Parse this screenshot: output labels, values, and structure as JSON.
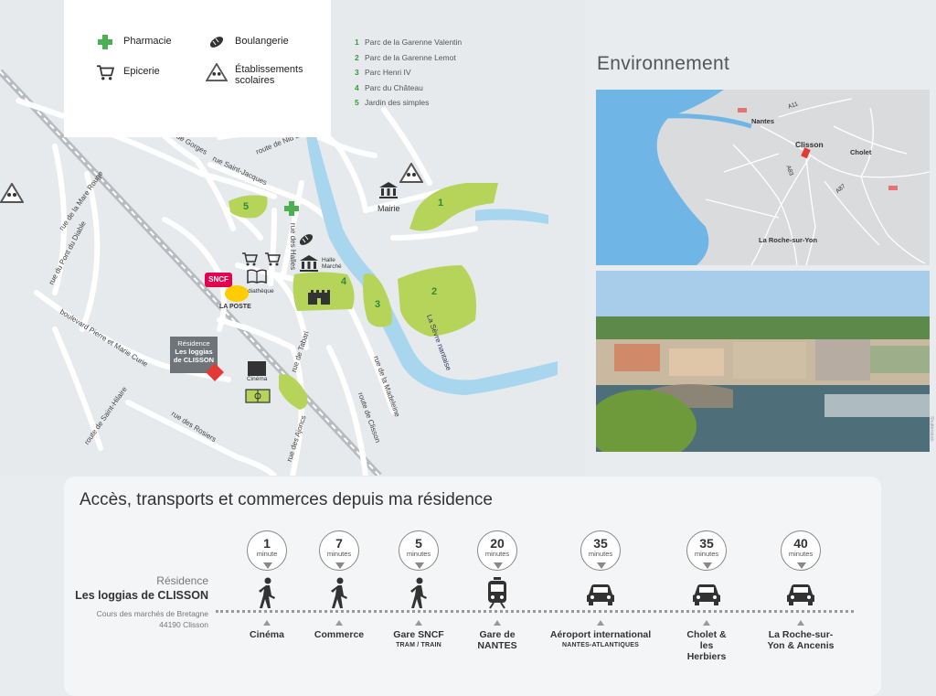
{
  "legend": {
    "items": [
      {
        "icon": "pharmacy-cross-icon",
        "label": "Pharmacie"
      },
      {
        "icon": "bakery-icon",
        "label": "Boulangerie"
      },
      {
        "icon": "shopping-cart-icon",
        "label": "Epicerie"
      },
      {
        "icon": "school-sign-icon",
        "label": "Établissements scolaires"
      }
    ],
    "parks": [
      {
        "num": "1",
        "name": "Parc de la Garenne Valentin"
      },
      {
        "num": "2",
        "name": "Parc de la Garenne Lemot"
      },
      {
        "num": "3",
        "name": "Parc Henri IV"
      },
      {
        "num": "4",
        "name": "Parc du Château"
      },
      {
        "num": "5",
        "name": "Jardin des simples"
      }
    ]
  },
  "map": {
    "streets": {
      "gorges": "route de Gorges",
      "nid_oie": "route de Nid d'Oie",
      "saint_jacques": "rue Saint-Jacques",
      "mare_rouge": "rue de la Mare Rouge",
      "pont_diable": "rue du Pont du Diable",
      "halles": "rue des Halles",
      "boulevard": "boulevard Pierre et Marie Curie",
      "saint_hilaire": "route de Saint-Hilaire",
      "rosiers": "rue des Rosiers",
      "tabari": "rue de Tabari",
      "ajoncs": "rue des Ajoncs",
      "madeleine": "rue de la Madeleine",
      "clisson": "route de Clisson",
      "sevre": "La Sèvre nantaise"
    },
    "pois": {
      "mairie": "Mairie",
      "halle": "Halle Marché",
      "mediatheque": "Médiathèque",
      "cinema": "Cinéma",
      "sncf": "SNCF",
      "laposte": "LA POSTE"
    },
    "residence_marker": {
      "line1": "Résidence",
      "line2": "Les loggias",
      "line3": "de CLISSON"
    }
  },
  "environment": {
    "title": "Environnement",
    "region_labels": {
      "nantes": "Nantes",
      "clisson": "Clisson",
      "cholet": "Cholet",
      "roche": "La Roche-sur-Yon",
      "a11": "A11",
      "a83": "A83",
      "a87": "A87"
    },
    "photo_credit": "Shutterstock"
  },
  "access": {
    "title": "Accès, transports et commerces depuis ma résidence",
    "residence": {
      "label": "Résidence",
      "name": "Les loggias de CLISSON",
      "address1": "Cours des marchés de Bretagne",
      "address2": "44190 Clisson"
    },
    "stops": [
      {
        "time": "1",
        "unit": "minute",
        "mode": "walk",
        "label": "Cinéma",
        "sub": ""
      },
      {
        "time": "7",
        "unit": "minutes",
        "mode": "walk",
        "label": "Commerce",
        "sub": ""
      },
      {
        "time": "5",
        "unit": "minutes",
        "mode": "walk",
        "label": "Gare SNCF",
        "sub": "TRAM / TRAIN"
      },
      {
        "time": "20",
        "unit": "minutes",
        "mode": "train",
        "label": "Gare de NANTES",
        "sub": ""
      },
      {
        "time": "35",
        "unit": "minutes",
        "mode": "car",
        "label": "Aéroport international",
        "sub": "NANTES-ATLANTIQUES"
      },
      {
        "time": "35",
        "unit": "minutes",
        "mode": "car",
        "label": "Cholet & les Herbiers",
        "sub": ""
      },
      {
        "time": "40",
        "unit": "minutes",
        "mode": "car",
        "label": "La Roche-sur-Yon & Ancenis",
        "sub": ""
      }
    ]
  },
  "colors": {
    "park_green": "#b7d45a",
    "river_blue": "#a9d6ef",
    "residence_red": "#e53935"
  }
}
